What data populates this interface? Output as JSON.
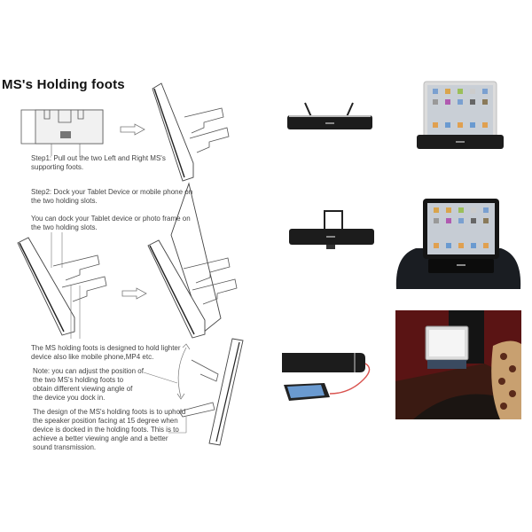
{
  "document": {
    "title": "MS's Holding foots",
    "step1": "Step1: Pull out the two Left and Right MS's supporting foots.",
    "step2": "Step2: Dock your Tablet Device or mobile phone on the two holding slots.",
    "step2_note": "You can dock your Tablet device or photo frame on the two holding slots.",
    "light_device_note": "The MS holding foots is designed to hold lighter device also like mobile phone,MP4 etc.",
    "adjust_note": "Note: you can adjust the position of the two MS's holding foots to obtain different viewing angle of the device you dock in.",
    "design_note": "The design of the MS's holding foots is to uphold the speaker position facing at 15 degree when device is docked in the holding foots. This is to achieve a better viewing angle and a better sound transmission."
  },
  "photos": [
    {
      "id": "speaker-with-feet",
      "description": "speaker with two holding feet raised"
    },
    {
      "id": "tablet-docked",
      "description": "tablet docked on speaker"
    },
    {
      "id": "speaker-with-stand",
      "description": "speaker with rear stand"
    },
    {
      "id": "tablet-on-headrest",
      "description": "tablet docked on speaker mounted on car headrest"
    },
    {
      "id": "speaker-with-phone",
      "description": "speaker connected to phone by red cable"
    },
    {
      "id": "photo-frame-room",
      "description": "photo frame docked on speaker in living room"
    }
  ],
  "colors": {
    "line": "#555555",
    "speaker": "#1c1c1c",
    "cable": "#d9534f",
    "room_red": "#5a1414"
  }
}
